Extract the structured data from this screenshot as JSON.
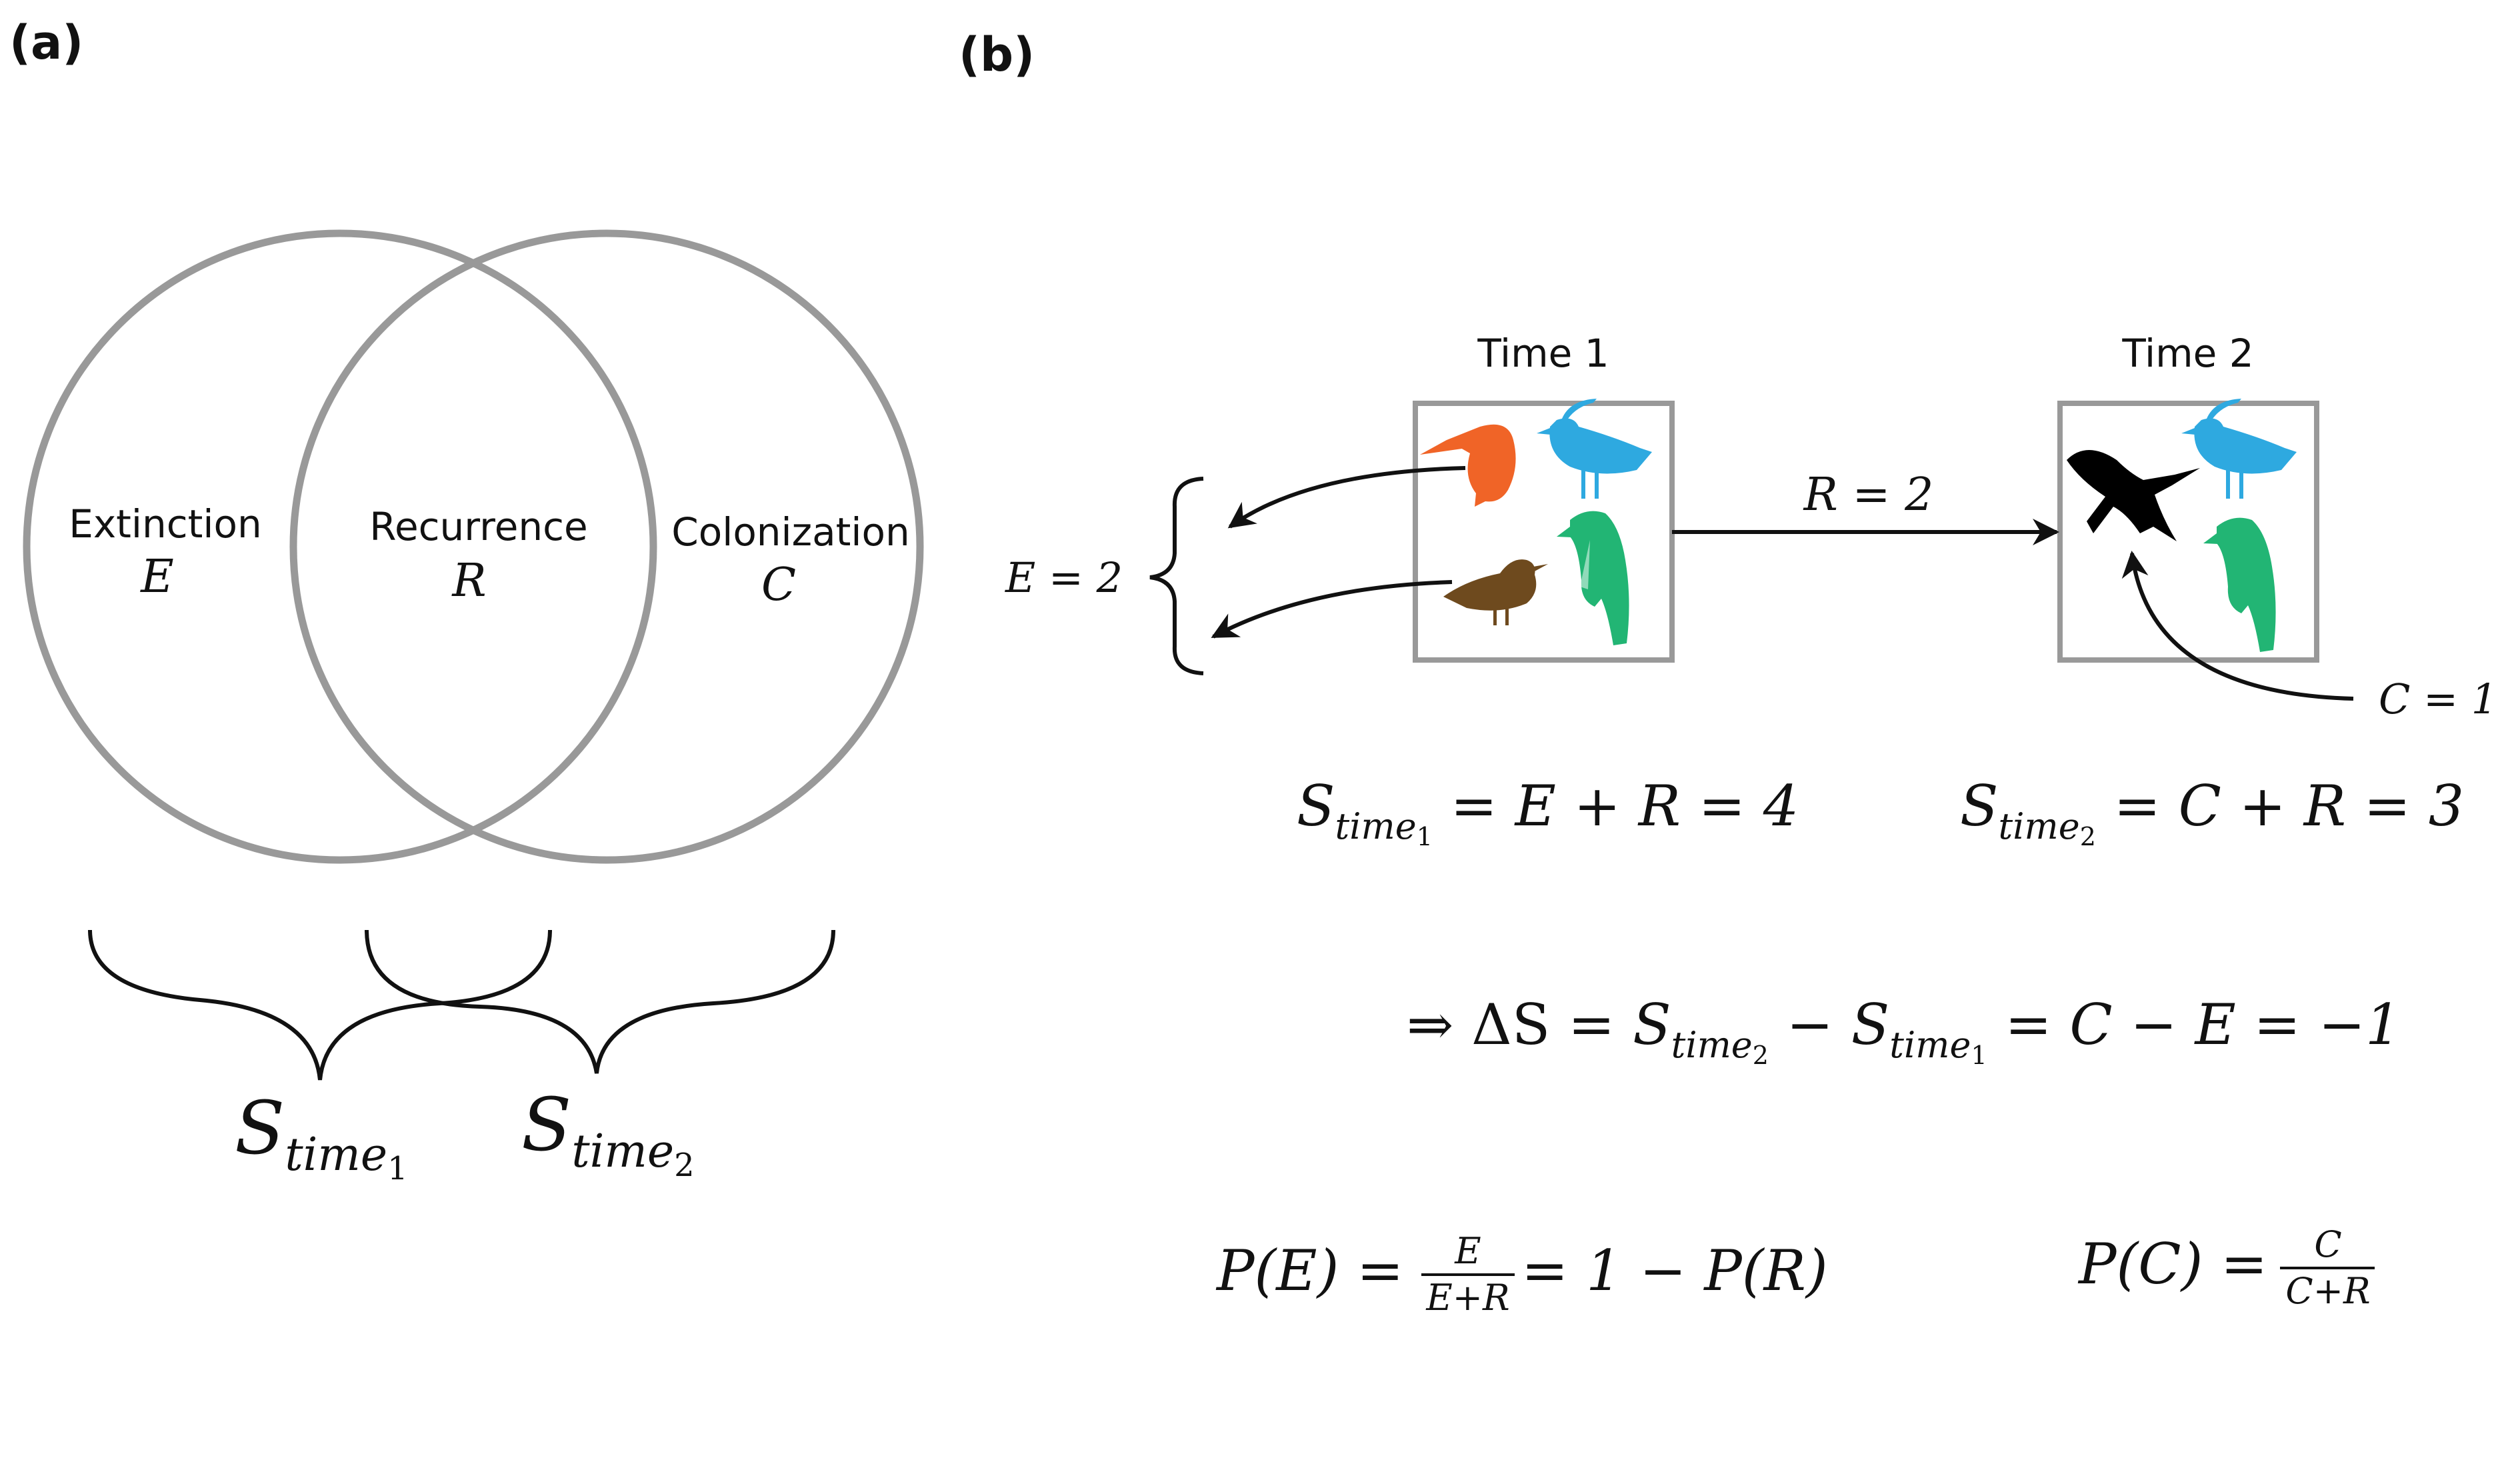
{
  "panels": {
    "a_label": "(a)",
    "b_label": "(b)"
  },
  "venn": {
    "extinction": {
      "label": "Extinction",
      "symbol": "E"
    },
    "recurrence": {
      "label": "Recurrence",
      "symbol": "R"
    },
    "colonization": {
      "label": "Colonization",
      "symbol": "C"
    },
    "brace_left": {
      "base": "S",
      "sub": "time",
      "subsub": "1"
    },
    "brace_right": {
      "base": "S",
      "sub": "time",
      "subsub": "2"
    }
  },
  "timeline": {
    "time1_title": "Time 1",
    "time2_title": "Time 2",
    "r_label": "R = 2",
    "e_label": "E = 2",
    "c_label": "C = 1",
    "bird_colors": {
      "orange": "#F06427",
      "blue": "#2EA9E0",
      "brown": "#6E4A1E",
      "green": "#22B574",
      "black": "#000000"
    }
  },
  "equations": {
    "s1": {
      "base": "S",
      "sub": "time",
      "subsub": "1",
      "rhs": " = E + R = 4"
    },
    "s2": {
      "base": "S",
      "sub": "time",
      "subsub": "2",
      "rhs": " = C + R = 3"
    },
    "delta": {
      "lead": "⇒ ΔS = ",
      "t1base": "S",
      "t1sub": "time",
      "t1subsub": "2",
      "mid": " − ",
      "t2base": "S",
      "t2sub": "time",
      "t2subsub": "1",
      "tail": " = C − E = −1"
    },
    "pe": {
      "lhs": "P(E) = ",
      "num": "E",
      "den": "E+R",
      "rhs": " = 1 − P(R)"
    },
    "pc": {
      "lhs": "P(C) = ",
      "num": "C",
      "den": "C+R"
    }
  }
}
